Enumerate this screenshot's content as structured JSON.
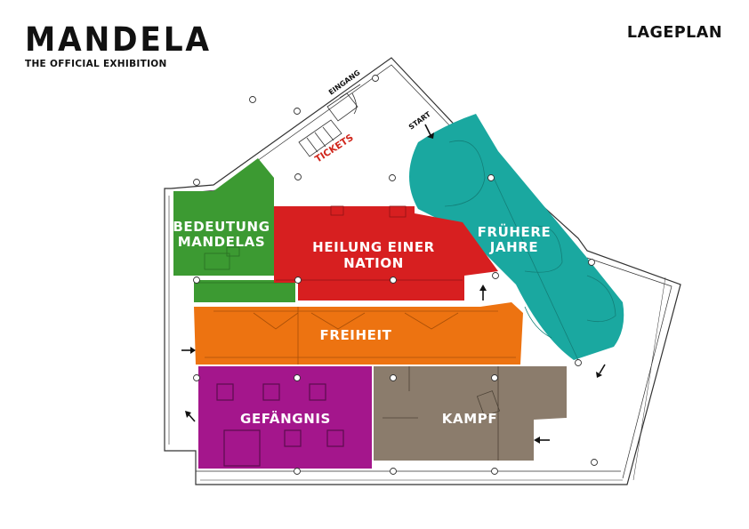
{
  "brand": {
    "title": "MANDELA",
    "subtitle": "THE OFFICIAL EXHIBITION"
  },
  "page_label": "LAGEPLAN",
  "markers": {
    "entrance": "EINGANG",
    "start": "START",
    "tickets": "TICKETS"
  },
  "zones": [
    {
      "id": "fruehere-jahre",
      "lines": [
        "FRÜHERE",
        "JAHRE"
      ],
      "color": "#1aa8a0"
    },
    {
      "id": "bedeutung-mandelas",
      "lines": [
        "BEDEUTUNG",
        "MANDELAS"
      ],
      "color": "#3c9a32"
    },
    {
      "id": "heilung-einer-nation",
      "lines": [
        "HEILUNG EINER",
        "NATION"
      ],
      "color": "#d71f20"
    },
    {
      "id": "freiheit",
      "lines": [
        "FREIHEIT"
      ],
      "color": "#ed7311"
    },
    {
      "id": "gefaengnis",
      "lines": [
        "GEFÄNGNIS"
      ],
      "color": "#a4168c"
    },
    {
      "id": "kampf",
      "lines": [
        "KAMPF"
      ],
      "color": "#8b7c6c"
    }
  ]
}
